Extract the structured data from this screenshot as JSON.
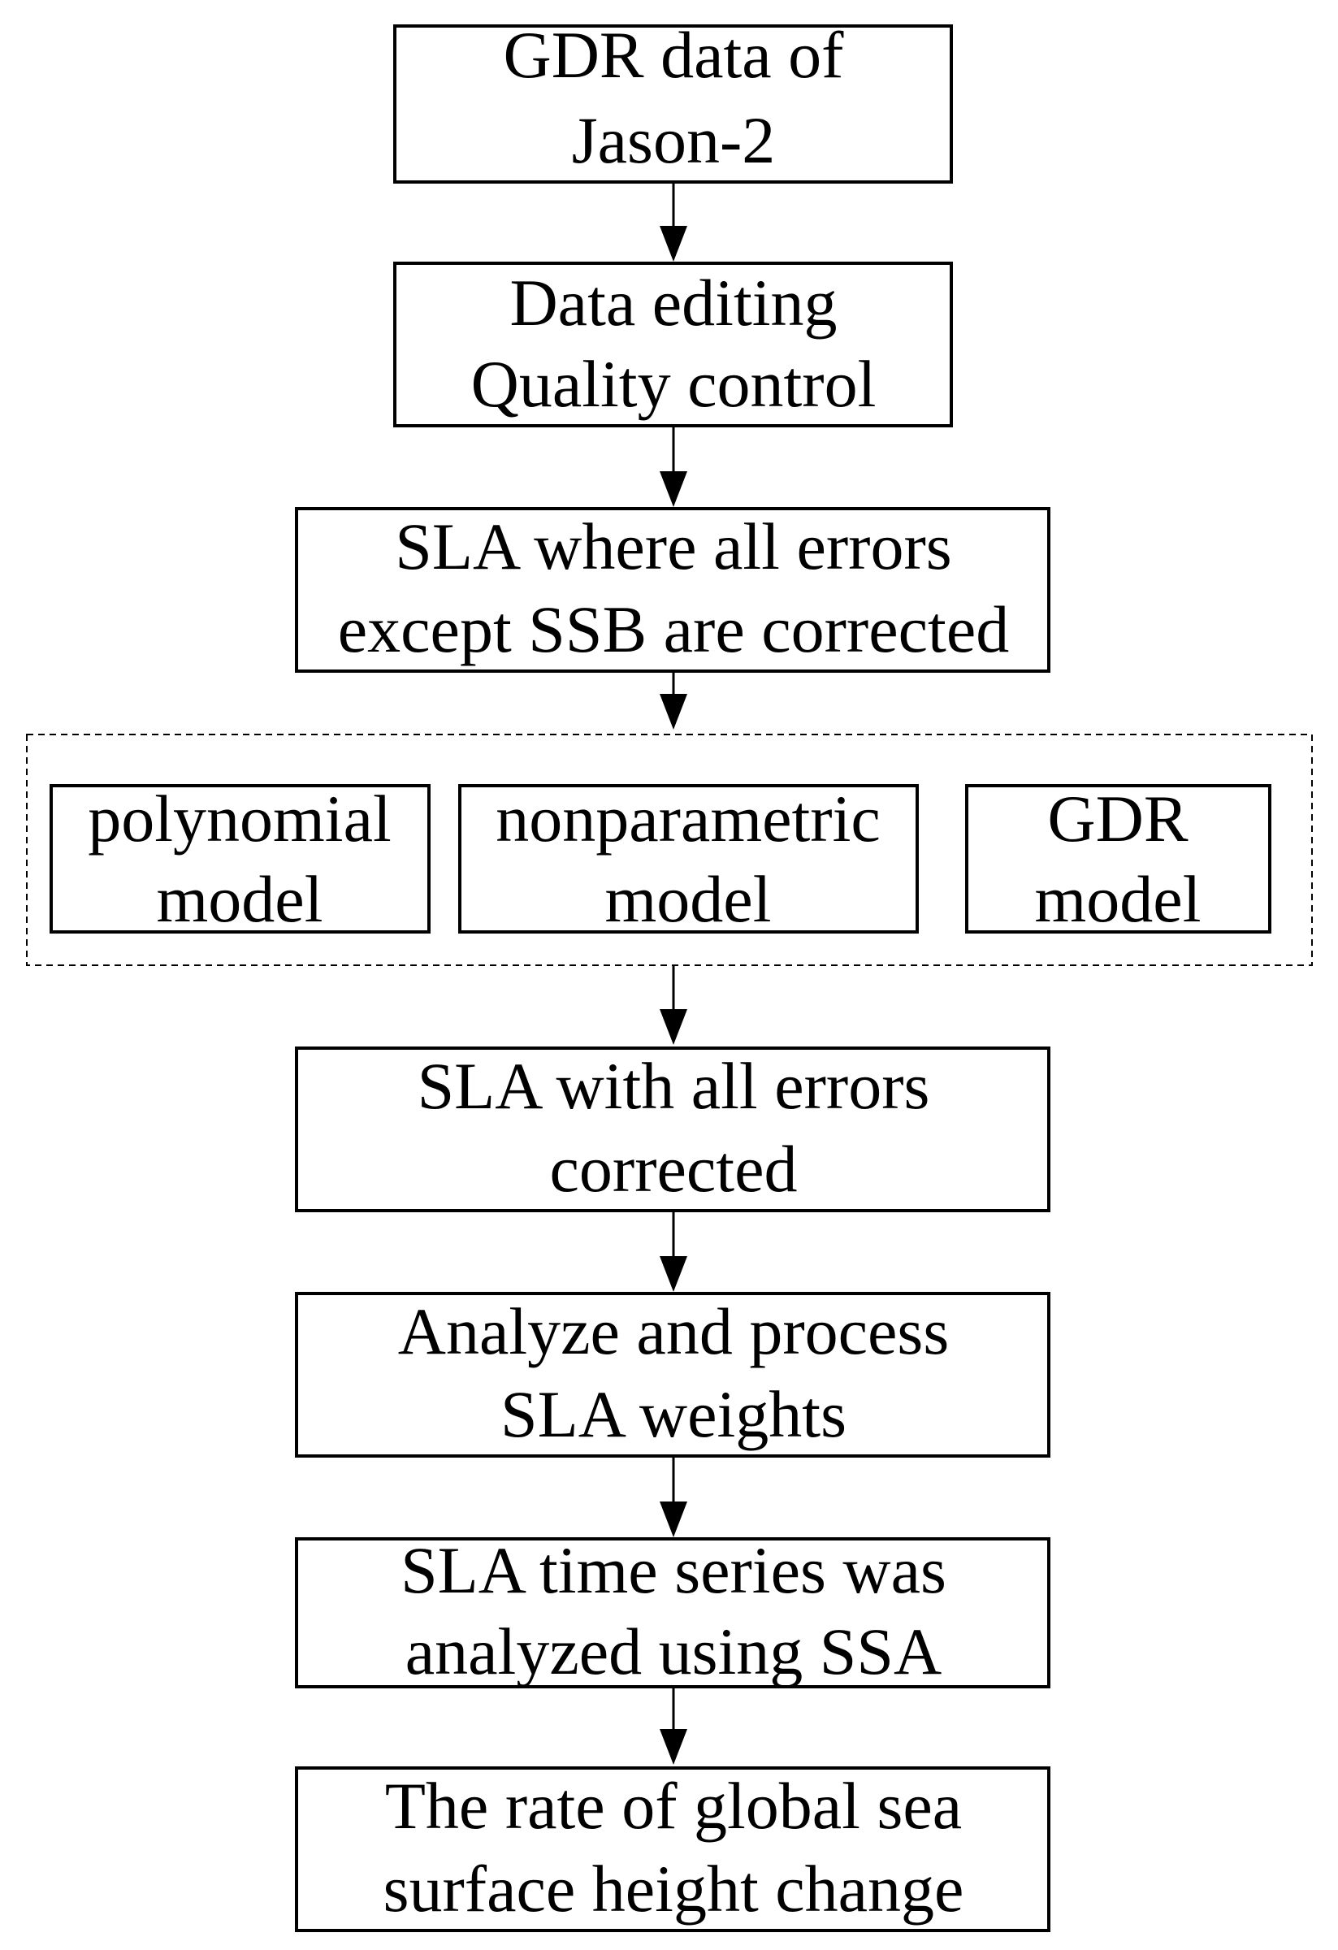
{
  "flow": {
    "step1": {
      "line1": "GDR data of",
      "line2": "Jason-2"
    },
    "step2": {
      "line1": "Data editing",
      "line2": "Quality control"
    },
    "step3": {
      "line1": "SLA where all errors",
      "line2": "except SSB are corrected"
    },
    "models": {
      "polynomial": {
        "line1": "polynomial",
        "line2": "model"
      },
      "nonparametric": {
        "line1": "nonparametric",
        "line2": "model"
      },
      "gdr": {
        "line1": "GDR",
        "line2": "model"
      }
    },
    "step4": {
      "line1": "SLA with all errors",
      "line2": "corrected"
    },
    "step5": {
      "line1": "Analyze and process",
      "line2": "SLA weights"
    },
    "step6": {
      "line1": "SLA time series was",
      "line2": "analyzed using SSA"
    },
    "step7": {
      "line1": "The rate of global sea",
      "line2": "surface height change"
    }
  }
}
